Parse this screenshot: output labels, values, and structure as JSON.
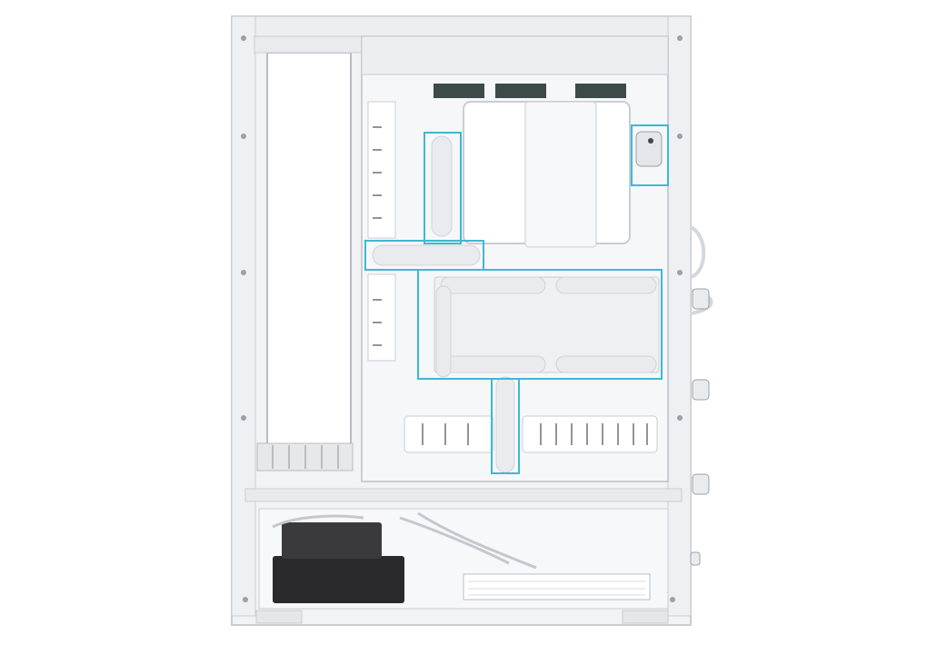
{
  "colors": {
    "background": "#ffffff",
    "panel": "#f4f5f7",
    "frame": "#e8eaee",
    "edge": "#c9cdd3",
    "shadow": "#9aa0a8",
    "highlight": "#3fb8d0",
    "dark_slot": "#3c4a4a",
    "psu": "#2a2a2c"
  },
  "callouts": [
    {
      "id": "top-right-cable-clip",
      "shape": "rect"
    },
    {
      "id": "vertical-cable-strap",
      "shape": "rect"
    },
    {
      "id": "horizontal-cable-strap",
      "shape": "rect"
    },
    {
      "id": "backplate-cable-straps",
      "shape": "rect"
    },
    {
      "id": "bottom-cable-strap",
      "shape": "rect"
    }
  ]
}
